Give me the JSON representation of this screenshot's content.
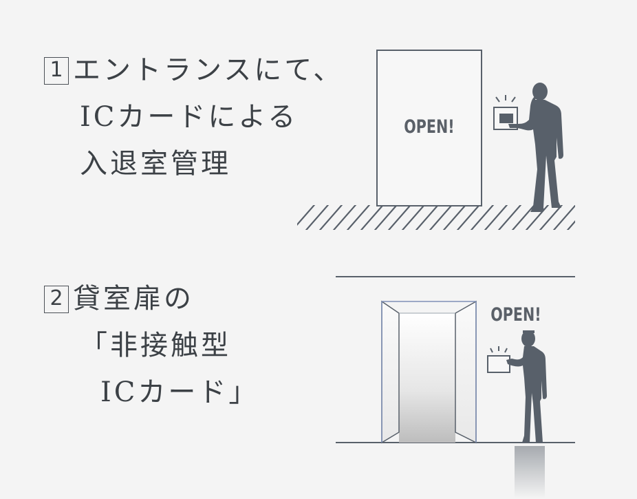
{
  "section1": {
    "number": "1",
    "lines": [
      "エントランスにて、",
      "ICカードによる",
      "入退室管理"
    ],
    "open_label": "OPEN!"
  },
  "section2": {
    "number": "2",
    "lines": [
      "貸室扉の",
      "「非接触型",
      "ICカード」"
    ],
    "open_label": "OPEN!"
  },
  "colors": {
    "background": "#f4f4f4",
    "figure": "#58606a",
    "door_edge": "#7e8fb6"
  },
  "icons": [
    "card-reader-icon",
    "person-silhouette-icon",
    "door-icon"
  ]
}
